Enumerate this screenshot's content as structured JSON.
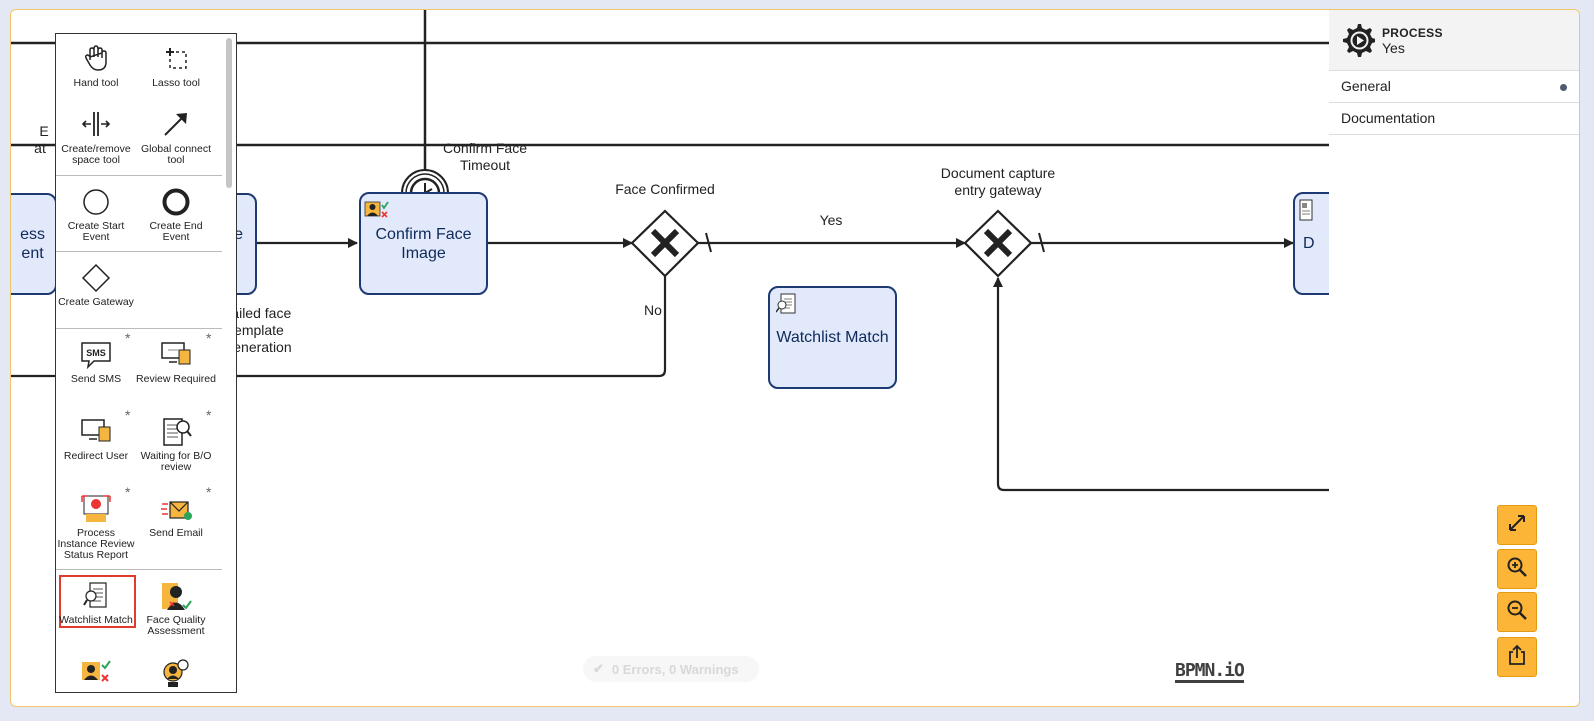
{
  "palette": {
    "tools": [
      {
        "label": "Hand tool",
        "icon": "hand-icon"
      },
      {
        "label": "Lasso tool",
        "icon": "lasso-icon"
      },
      {
        "label": "Create/remove space tool",
        "icon": "space-tool-icon"
      },
      {
        "label": "Global connect tool",
        "icon": "connect-arrow-icon"
      },
      {
        "label": "Create Start Event",
        "icon": "start-event-icon"
      },
      {
        "label": "Create End Event",
        "icon": "end-event-icon"
      },
      {
        "label": "Create Gateway",
        "icon": "gateway-icon"
      },
      {
        "label": "Send SMS",
        "icon": "sms-icon"
      },
      {
        "label": "Review Required",
        "icon": "review-required-icon"
      },
      {
        "label": "Redirect User",
        "icon": "redirect-user-icon"
      },
      {
        "label": "Waiting for B/O review",
        "icon": "waiting-review-icon"
      },
      {
        "label": "Process Instance Review Status Report",
        "icon": "status-report-icon"
      },
      {
        "label": "Send Email",
        "icon": "send-email-icon"
      },
      {
        "label": "Watchlist Match",
        "icon": "watchlist-icon"
      },
      {
        "label": "Face Quality Assessment",
        "icon": "face-quality-icon"
      }
    ],
    "custom_marker": "*"
  },
  "diagram": {
    "tasks": {
      "left_cut_1": "ess\nent",
      "left_cut_2": "ate\nn",
      "confirm_face": "Confirm Face\nImage",
      "watchlist": "Watchlist Match",
      "right_cut": "D"
    },
    "labels": {
      "timer": "Confirm Face\nTimeout",
      "face_confirmed": "Face Confirmed",
      "document_gateway": "Document capture\nentry gateway",
      "yes": "Yes",
      "no": "No",
      "failed": "Failed face\ntemplate\nGeneration",
      "left_fragment_1": "E",
      "left_fragment_2": "at"
    }
  },
  "properties": {
    "type": "PROCESS",
    "name": "Yes",
    "groups": [
      {
        "label": "General",
        "has_dot": true
      },
      {
        "label": "Documentation",
        "has_dot": false
      }
    ]
  },
  "linting": {
    "text": "0 Errors, 0 Warnings"
  },
  "logo": "BPMN.iO",
  "colors": {
    "task_fill": "#e1e9fb",
    "task_stroke": "#1e3a73",
    "accent": "#fdb537",
    "highlight": "#e03b2c"
  }
}
